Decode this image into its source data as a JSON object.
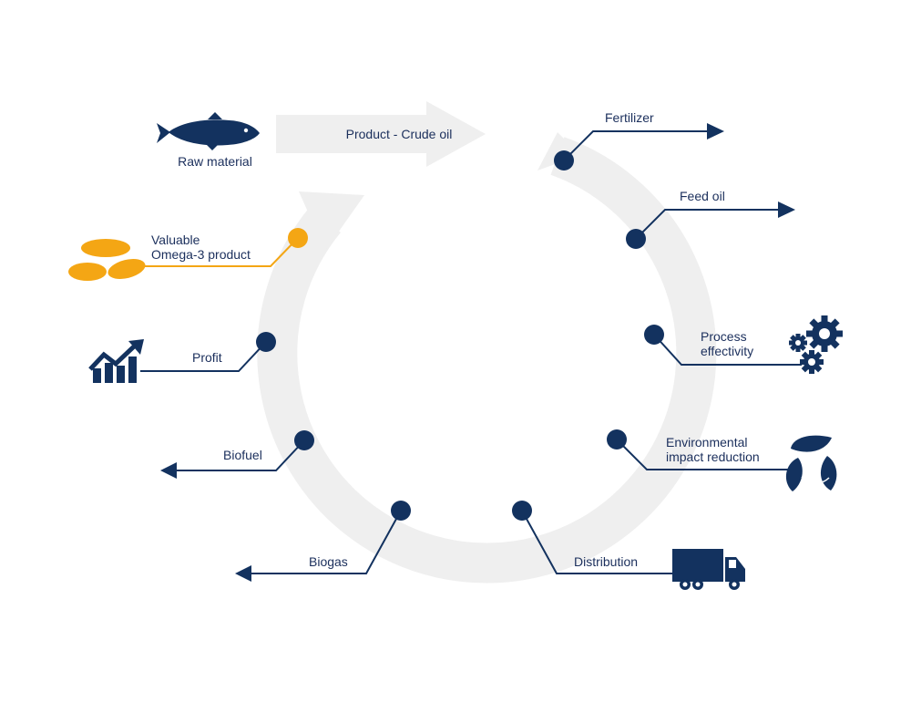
{
  "colors": {
    "navy": "#13325f",
    "orange": "#f4a614",
    "ring": "#efefef"
  },
  "top": {
    "raw_material": "Raw material",
    "product": "Product - Crude oil"
  },
  "left": {
    "omega_line1": "Valuable",
    "omega_line2": "Omega-3 product",
    "profit": "Profit",
    "biofuel": "Biofuel",
    "biogas": "Biogas"
  },
  "right": {
    "fertilizer": "Fertilizer",
    "feed_oil": "Feed oil",
    "process_line1": "Process",
    "process_line2": "effectivity",
    "env_line1": "Environmental",
    "env_line2": "impact reduction",
    "distribution": "Distribution"
  },
  "icons": [
    "fish-icon",
    "omega-capsules-icon",
    "growth-chart-icon",
    "gears-icon",
    "leaves-recycle-icon",
    "truck-icon"
  ]
}
